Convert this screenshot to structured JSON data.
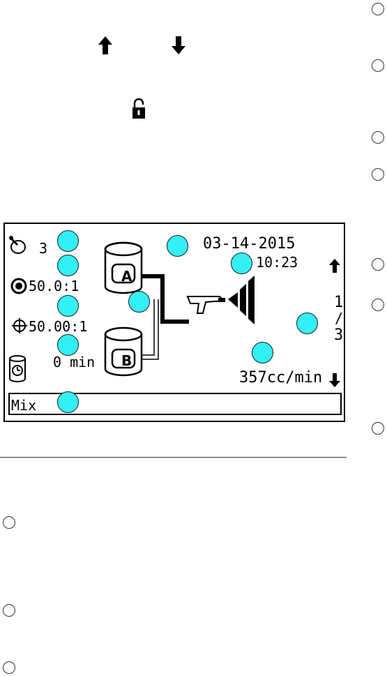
{
  "screen": {
    "date": "03-14-2015",
    "time": "10:23",
    "recipe_number": "3",
    "ratio_target": "50.0:1",
    "ratio_actual": "50.00:1",
    "pot_life": "0 min",
    "flow_rate": "357cc/min",
    "page_indicator": {
      "current": "1",
      "separator": "/",
      "total": "3"
    },
    "tank_a_label": "A",
    "tank_b_label": "B",
    "mode_label": "Mix"
  },
  "icons": {
    "up_arrow": "up-arrow-icon",
    "down_arrow": "down-arrow-icon",
    "unlock": "unlock-icon"
  }
}
